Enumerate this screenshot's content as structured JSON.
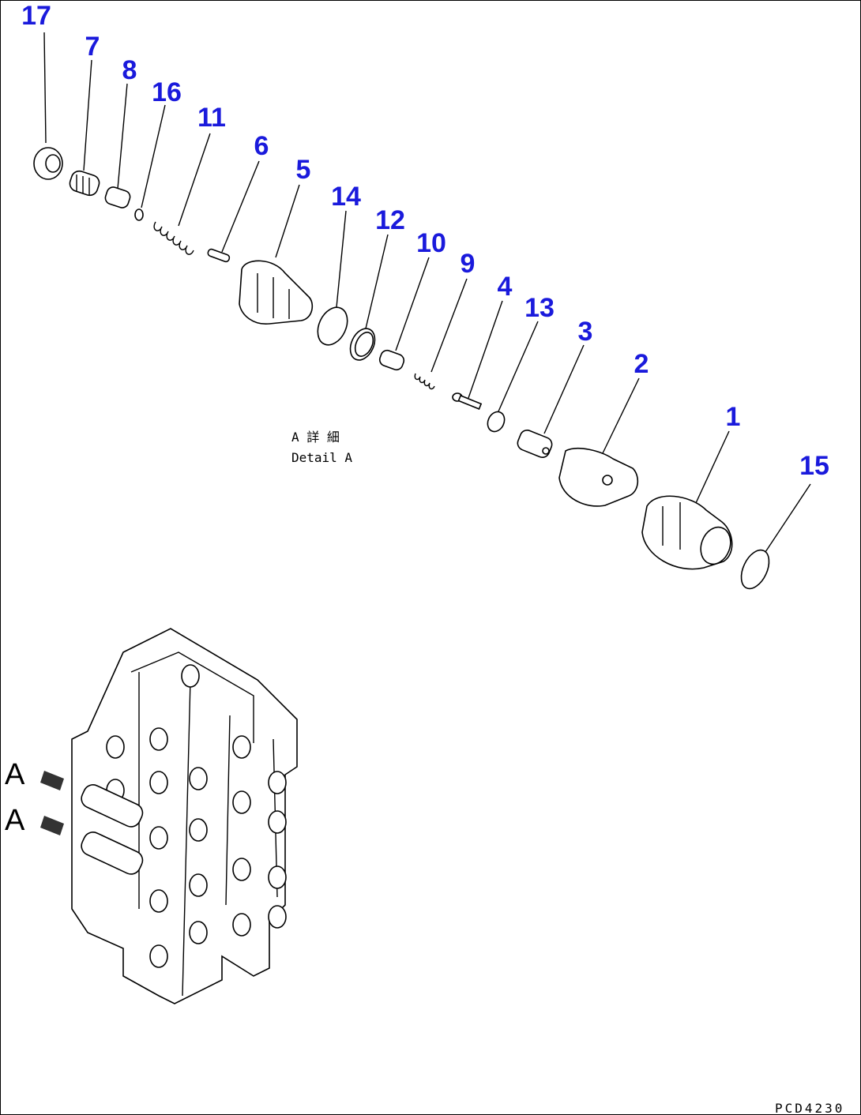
{
  "diagram": {
    "callouts": [
      {
        "id": "17",
        "label": "17"
      },
      {
        "id": "7",
        "label": "7"
      },
      {
        "id": "8",
        "label": "8"
      },
      {
        "id": "16",
        "label": "16"
      },
      {
        "id": "11",
        "label": "11"
      },
      {
        "id": "6",
        "label": "6"
      },
      {
        "id": "5",
        "label": "5"
      },
      {
        "id": "14",
        "label": "14"
      },
      {
        "id": "12",
        "label": "12"
      },
      {
        "id": "10",
        "label": "10"
      },
      {
        "id": "9",
        "label": "9"
      },
      {
        "id": "4",
        "label": "4"
      },
      {
        "id": "13",
        "label": "13"
      },
      {
        "id": "3",
        "label": "3"
      },
      {
        "id": "2",
        "label": "2"
      },
      {
        "id": "1",
        "label": "1"
      },
      {
        "id": "15",
        "label": "15"
      }
    ],
    "detail_title_jp": "A 詳 細",
    "detail_title_en": "Detail A",
    "view_marker_1": "A",
    "view_marker_2": "A",
    "drawing_code": "PCD4230",
    "label_color": "#1a1adc"
  }
}
